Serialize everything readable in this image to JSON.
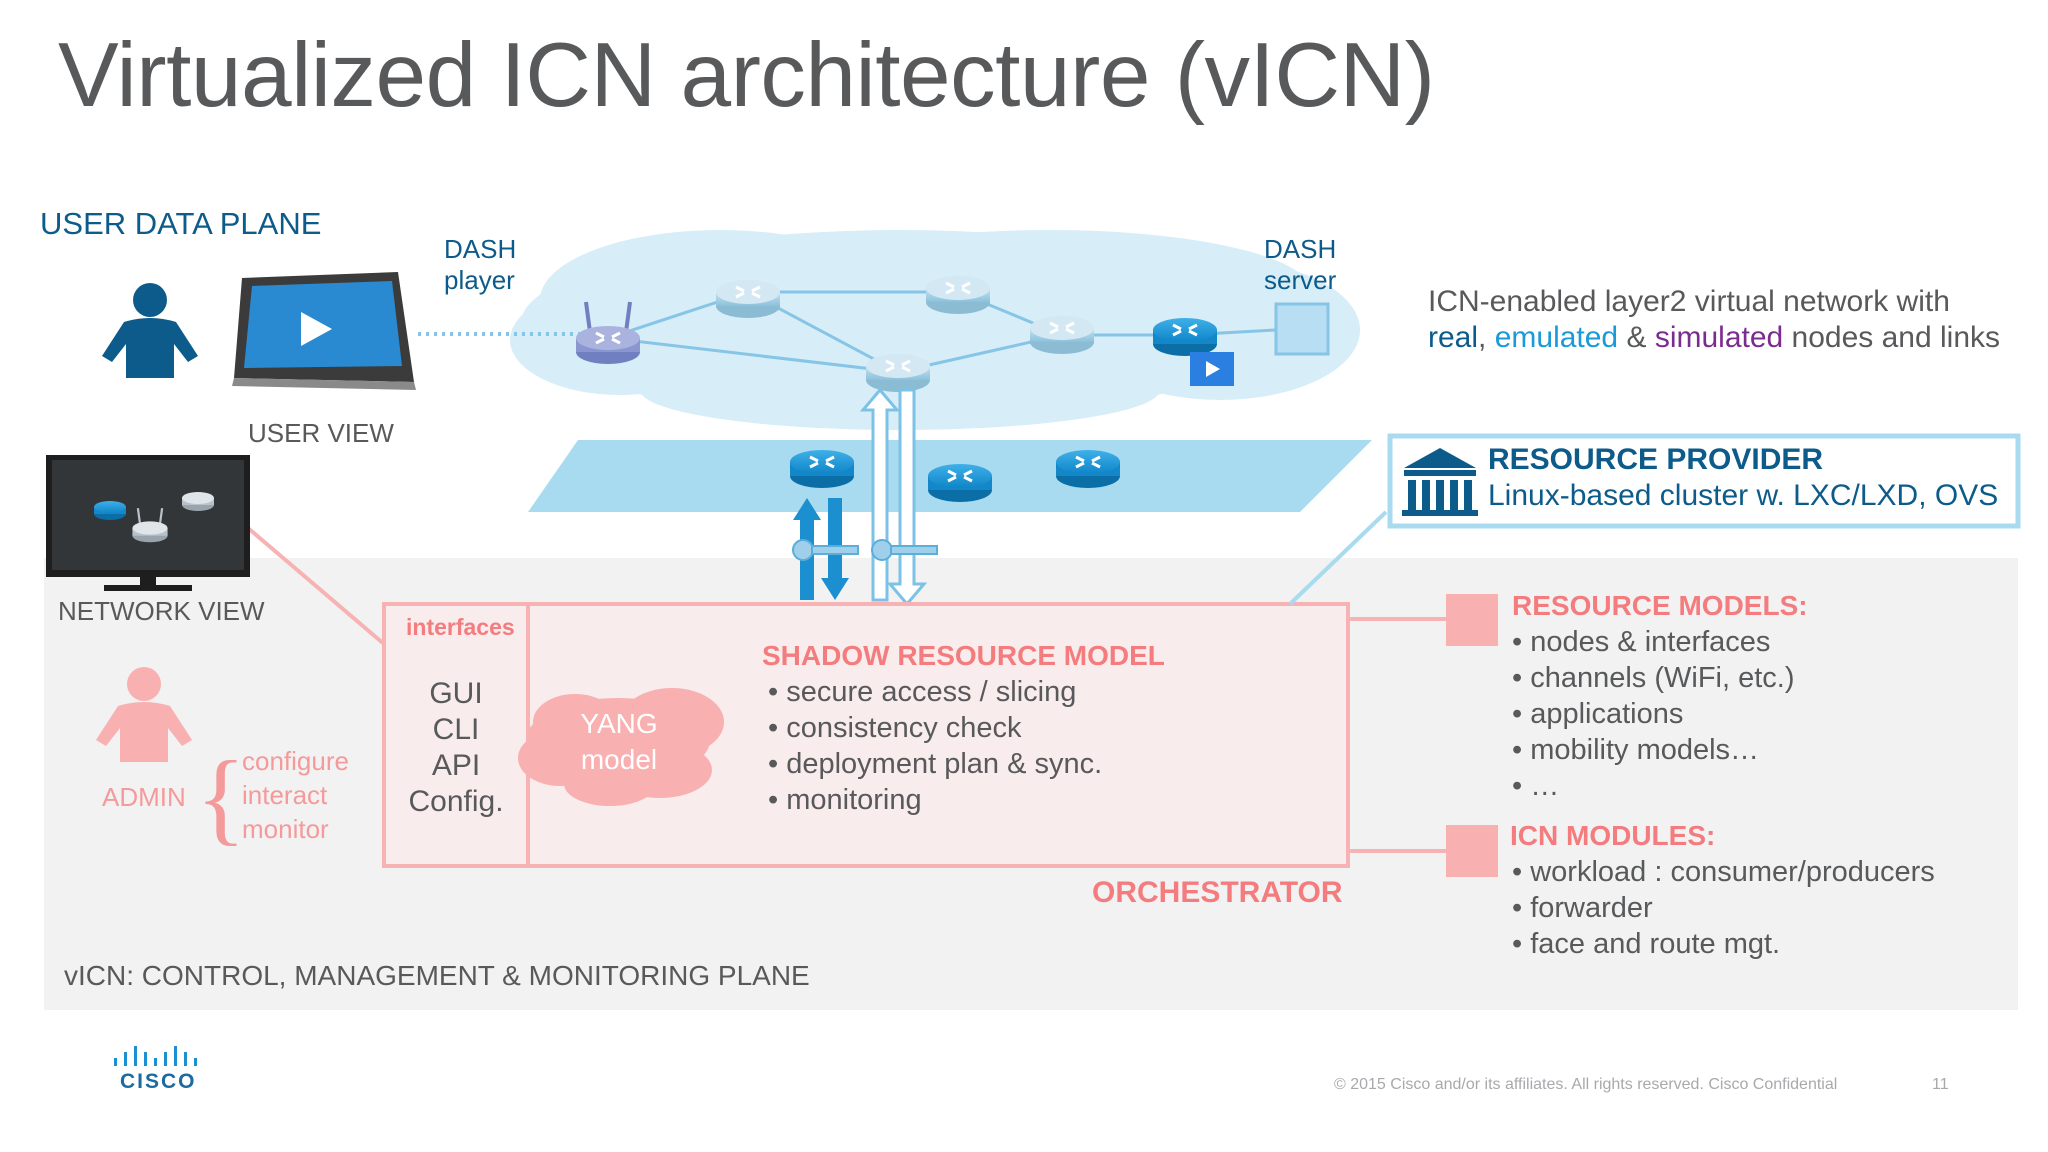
{
  "title": "Virtualized ICN architecture (vICN)",
  "user_plane": {
    "heading": "USER DATA PLANE",
    "dash_player": [
      "DASH",
      "player"
    ],
    "dash_server": [
      "DASH",
      "server"
    ],
    "user_view": "USER VIEW",
    "network_view": "NETWORK VIEW",
    "virtual_network": {
      "line1": "ICN-enabled layer2 virtual network with",
      "real": "real",
      "sep1": ", ",
      "emulated": "emulated",
      "sep2": " & ",
      "simulated": "simulated",
      "rest": " nodes and links"
    }
  },
  "resource_provider": {
    "title": "RESOURCE PROVIDER",
    "subtitle": "Linux-based cluster w. LXC/LXD, OVS"
  },
  "orchestrator": {
    "label": "ORCHESTRATOR",
    "interfaces_label": "interfaces",
    "interfaces": [
      "GUI",
      "CLI",
      "API",
      "Config."
    ],
    "yang": [
      "YANG",
      "model"
    ],
    "shadow_title": "SHADOW RESOURCE MODEL",
    "shadow_items": [
      "secure access / slicing",
      "consistency check",
      "deployment plan & sync.",
      "monitoring"
    ]
  },
  "admin": {
    "label": "ADMIN",
    "actions": [
      "configure",
      "interact",
      "monitor"
    ]
  },
  "resource_models": {
    "title": "RESOURCE MODELS:",
    "items": [
      "nodes & interfaces",
      "channels (WiFi, etc.)",
      "applications",
      "mobility models…",
      "…"
    ]
  },
  "icn_modules": {
    "title": "ICN MODULES:",
    "items": [
      "workload : consumer/producers",
      "forwarder",
      "face and route mgt."
    ]
  },
  "plane_label": "vICN: CONTROL, MANAGEMENT & MONITORING PLANE",
  "footer": {
    "logo": "CISCO",
    "copyright": "© 2015  Cisco and/or its affiliates. All rights reserved.   Cisco Confidential",
    "page": "11"
  },
  "colors": {
    "cisco_blue": "#0d5b8a",
    "light_blue": "#a9dbf0",
    "router_blue": "#1b8fd0",
    "emulated_blue": "#1a9ad6",
    "simulated_purple": "#7b2c8f",
    "pink": "#f59a9b",
    "grey_text": "#58595b",
    "panel_grey": "#f2f2f2"
  }
}
